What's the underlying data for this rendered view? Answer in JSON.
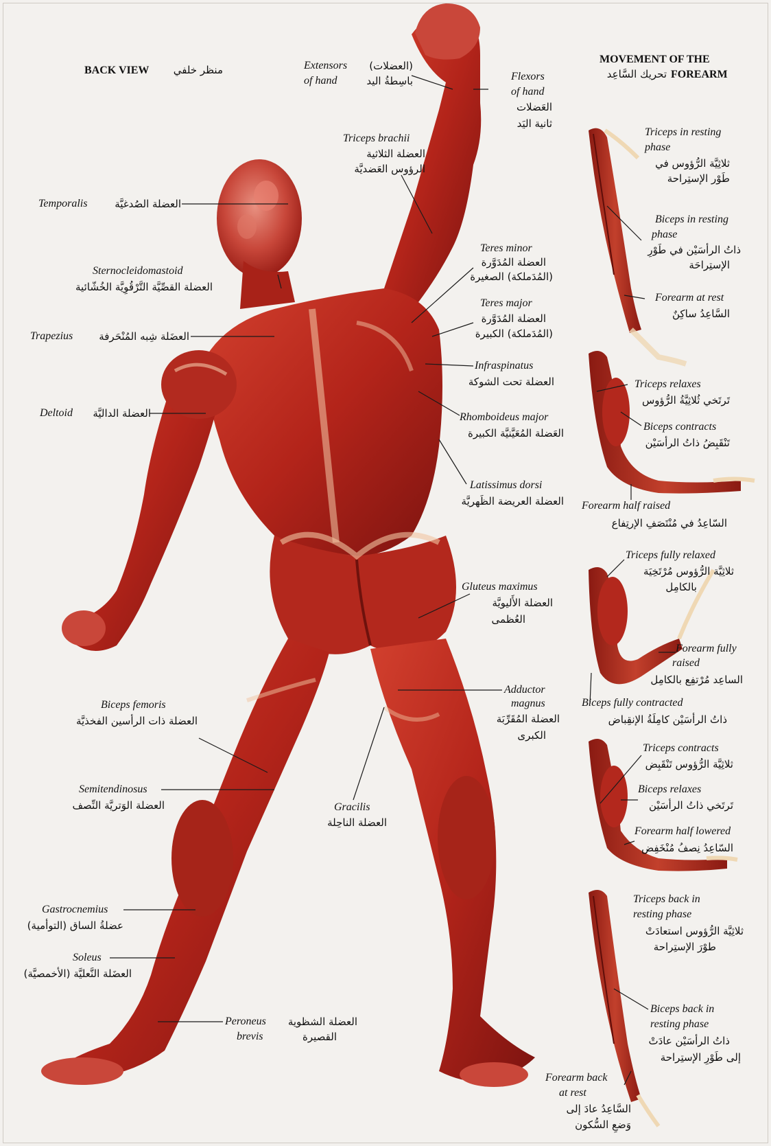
{
  "back_view": {
    "english": "BACK VIEW",
    "arabic": "منظر خلفي"
  },
  "movement": {
    "title_line1": "MOVEMENT OF THE",
    "title_line2": "FOREARM",
    "arabic": "تحريك السَّاعِد"
  },
  "labels": {
    "extensors": {
      "en_1": "Extensors",
      "en_2": "of hand",
      "ar_1": "(العضلات)",
      "ar_2": "باسِطةُ اليد"
    },
    "flexors": {
      "en_1": "Flexors",
      "en_2": "of hand",
      "ar_1": "العَضلات",
      "ar_2": "ثانية اليَد"
    },
    "triceps_brachii": {
      "en": "Triceps brachii",
      "ar_1": "العضلة الثلاثية",
      "ar_2": "الرؤوس العَضديَّة"
    },
    "temporalis": {
      "en": "Temporalis",
      "ar": "العضلة الصُدغيَّة"
    },
    "sternocleidomastoid": {
      "en": "Sternocleidomastoid",
      "ar": "العضلة القصِّيَّة التَّرْقُوِيَّة الخُشّائية"
    },
    "trapezius": {
      "en": "Trapezius",
      "ar": "العضَلة شِبه المُنْحَرفة"
    },
    "deltoid": {
      "en": "Deltoid",
      "ar": "العضلة الداليَّة"
    },
    "teres_minor": {
      "en": "Teres minor",
      "ar_1": "العضلة المُدَوَّرة",
      "ar_2": "(المُدَملكة) الصغيرة"
    },
    "teres_major": {
      "en": "Teres major",
      "ar_1": "العضلة المُدَوَّرة",
      "ar_2": "(المُدَملكة) الكبيرة"
    },
    "infraspinatus": {
      "en": "Infraspinatus",
      "ar": "العضلة تحت الشوكة"
    },
    "rhomboideus": {
      "en": "Rhomboideus major",
      "ar": "العَضلة المُعَيَّنيَّة الكبيرة"
    },
    "latissimus": {
      "en": "Latissimus dorsi",
      "ar": "العضلة العريضة الظَهريَّة"
    },
    "gluteus": {
      "en": "Gluteus maximus",
      "ar_1": "العضلة الأَليويَّة",
      "ar_2": "العُظمى"
    },
    "adductor": {
      "en_1": "Adductor",
      "en_2": "magnus",
      "ar_1": "العضلة المُقَرِّبَة",
      "ar_2": "الكبرى"
    },
    "biceps_femoris": {
      "en": "Biceps femoris",
      "ar": "العضلة ذات الرأسين الفخذيَّة"
    },
    "semitendinosus": {
      "en": "Semitendinosus",
      "ar": "العضلة الوَتريَّة النِّصف"
    },
    "gracilis": {
      "en": "Gracilis",
      "ar": "العضلة الناحِلة"
    },
    "gastrocnemius": {
      "en": "Gastrocnemius",
      "ar": "عضلةُ الساق (التوأمية)"
    },
    "soleus": {
      "en": "Soleus",
      "ar": "العضَلة النَّعليَّة (الأخمصيَّة)"
    },
    "peroneus": {
      "en_1": "Peroneus",
      "en_2": "brevis",
      "ar_1": "العضلة الشظوية",
      "ar_2": "القصيرة"
    }
  },
  "forearm": {
    "triceps_resting": {
      "en_1": "Triceps in resting",
      "en_2": "phase",
      "ar_1": "ثلاثِيَّة الرُّؤوس في",
      "ar_2": "طَوْر الإستِراحة"
    },
    "biceps_resting": {
      "en_1": "Biceps in resting",
      "en_2": "phase",
      "ar_1": "ذاتُ الرأسَيْن في طَوْرِ",
      "ar_2": "الإستِراحَة"
    },
    "forearm_rest": {
      "en": "Forearm at rest",
      "ar": "السَّاعِدُ ساكِنٌ"
    },
    "triceps_relaxes": {
      "en": "Triceps relaxes",
      "ar": "تَرتَخي ثُلاثِيَّةُ الرُّؤوس"
    },
    "biceps_contracts": {
      "en": "Biceps contracts",
      "ar": "تَنْقَبِضُ ذاتُ الرأسَيْن"
    },
    "forearm_half_raised": {
      "en": "Forearm half raised",
      "ar": "السّاعِدُ في مُنْتَصَفِ الإرتِفاع"
    },
    "triceps_fully_relaxed": {
      "en": "Triceps fully relaxed",
      "ar_1": "ثلاثِيَّة الرُّؤوس مُرْتَخِيَة",
      "ar_2": "بالكامِل"
    },
    "forearm_fully_raised": {
      "en_1": "Forearm fully",
      "en_2": "raised",
      "ar": "الساعِد مُرْتفِع بالكامِل"
    },
    "biceps_fully_contracted": {
      "en": "Biceps fully contracted",
      "ar": "ذاتُ الرأسَيْن كامِلَةُ الإنقِباض"
    },
    "triceps_contracts": {
      "en": "Triceps contracts",
      "ar": "ثلاثِيَّة الرُّؤوس تَنْقَبِض"
    },
    "biceps_relaxes": {
      "en": "Biceps relaxes",
      "ar": "تَرتَخي ذاتُ الرأسَيْن"
    },
    "forearm_half_lowered": {
      "en": "Forearm half lowered",
      "ar": "السّاعِدُ نِصفُ مُنْخَفِض"
    },
    "triceps_back": {
      "en_1": "Triceps back in",
      "en_2": "resting phase",
      "ar_1": "ثلاثِيَّة الرُّؤوس استعادَتْ",
      "ar_2": "طوْرَ الإستِراحة"
    },
    "biceps_back": {
      "en_1": "Biceps back in",
      "en_2": "resting phase",
      "ar_1": "ذاتُ الرأسَيْن عادَتْ",
      "ar_2": "إلى طَوْرِ الإستِراحة"
    },
    "forearm_back": {
      "en_1": "Forearm back",
      "en_2": "at rest",
      "ar_1": "السَّاعِدُ عادَ إلى",
      "ar_2": "وَضعِ السُّكون"
    }
  },
  "colors": {
    "muscle": "#b8261c",
    "muscle_dark": "#7d1410",
    "tendon": "#efd8b4",
    "background": "#f3f1ee",
    "leader": "#1a1a1a"
  }
}
